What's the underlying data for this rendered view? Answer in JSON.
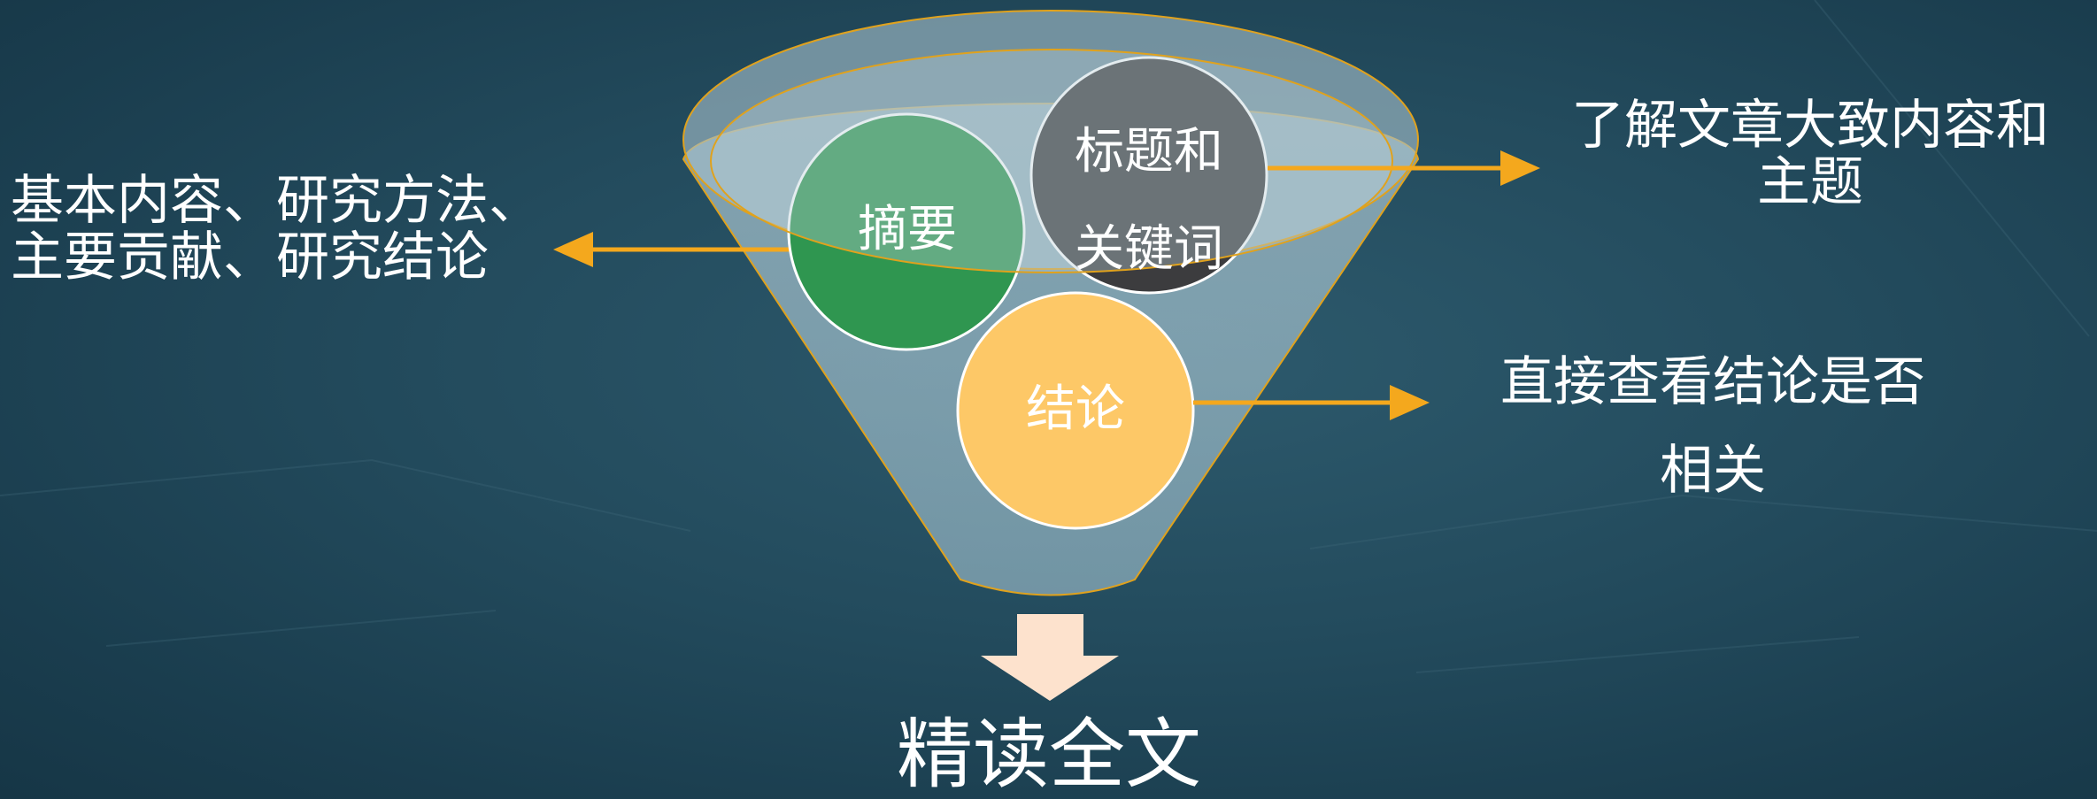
{
  "colors": {
    "background": "#234b5d",
    "funnel": "#9fbfcc",
    "funnel_outline": "#e0a21d",
    "abstract_circle": "#2f9650",
    "title_circle": "#3c3c3e",
    "conclusion_circle": "#fdc867",
    "arrow_line": "#f4a81d",
    "down_arrow": "#fde2cd"
  },
  "circles": {
    "abstract": "摘要",
    "title_keywords": "标题和\n关键词",
    "conclusion": "结论"
  },
  "labels": {
    "abstract_note": "基本内容、研究方法、\n主要贡献、研究结论",
    "title_note": "了解文章大致内容和\n主题",
    "conclusion_note": "直接查看结论是否\n相关",
    "final_step": "精读全文"
  }
}
